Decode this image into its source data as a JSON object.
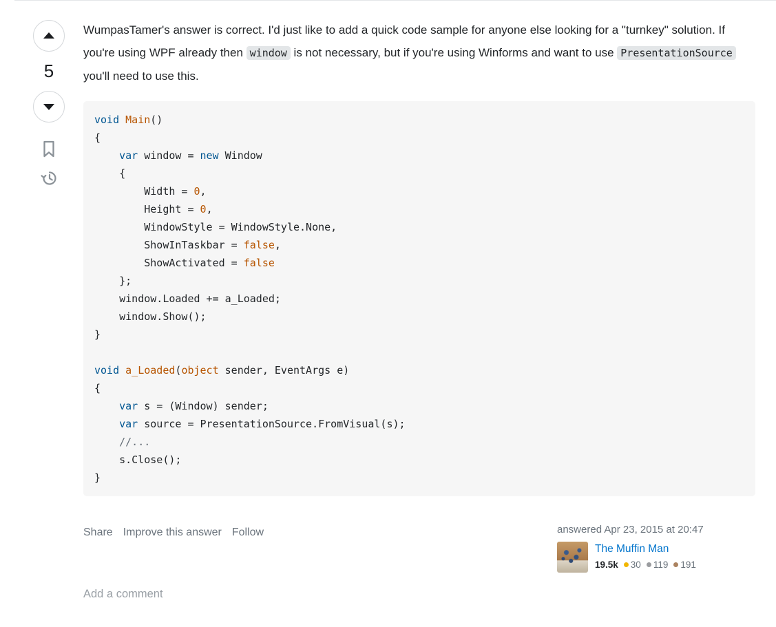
{
  "vote": {
    "score": "5"
  },
  "answer": {
    "segments": [
      {
        "type": "text",
        "text": "WumpasTamer's answer is correct. I'd just like to add a quick code sample for anyone else looking for a \"turnkey\" solution. If you're using WPF already then "
      },
      {
        "type": "code",
        "text": "window"
      },
      {
        "type": "text",
        "text": " is not necessary, but if you're using Winforms and want to use "
      },
      {
        "type": "code",
        "text": "PresentationSource"
      },
      {
        "type": "text",
        "text": " you'll need to use this."
      }
    ]
  },
  "code": {
    "lines": [
      [
        [
          "k",
          "void"
        ],
        [
          "p",
          " "
        ],
        [
          "t",
          "Main"
        ],
        [
          "p",
          "()"
        ]
      ],
      [
        [
          "p",
          "{"
        ]
      ],
      [
        [
          "p",
          "    "
        ],
        [
          "k",
          "var"
        ],
        [
          "p",
          " window = "
        ],
        [
          "k",
          "new"
        ],
        [
          "p",
          " Window"
        ]
      ],
      [
        [
          "p",
          "    {"
        ]
      ],
      [
        [
          "p",
          "        Width = "
        ],
        [
          "n",
          "0"
        ],
        [
          "p",
          ","
        ]
      ],
      [
        [
          "p",
          "        Height = "
        ],
        [
          "n",
          "0"
        ],
        [
          "p",
          ","
        ]
      ],
      [
        [
          "p",
          "        WindowStyle = WindowStyle.None,"
        ]
      ],
      [
        [
          "p",
          "        ShowInTaskbar = "
        ],
        [
          "n",
          "false"
        ],
        [
          "p",
          ","
        ]
      ],
      [
        [
          "p",
          "        ShowActivated = "
        ],
        [
          "n",
          "false"
        ]
      ],
      [
        [
          "p",
          "    };"
        ]
      ],
      [
        [
          "p",
          "    window.Loaded += a_Loaded;"
        ]
      ],
      [
        [
          "p",
          "    window.Show();"
        ]
      ],
      [
        [
          "p",
          "}"
        ]
      ],
      [],
      [
        [
          "k",
          "void"
        ],
        [
          "p",
          " "
        ],
        [
          "t",
          "a_Loaded"
        ],
        [
          "p",
          "("
        ],
        [
          "t",
          "object"
        ],
        [
          "p",
          " sender, EventArgs e)"
        ]
      ],
      [
        [
          "p",
          "{"
        ]
      ],
      [
        [
          "p",
          "    "
        ],
        [
          "k",
          "var"
        ],
        [
          "p",
          " s = (Window) sender;"
        ]
      ],
      [
        [
          "p",
          "    "
        ],
        [
          "k",
          "var"
        ],
        [
          "p",
          " source = PresentationSource.FromVisual(s);"
        ]
      ],
      [
        [
          "p",
          "    "
        ],
        [
          "c",
          "//..."
        ]
      ],
      [
        [
          "p",
          "    s.Close();"
        ]
      ],
      [
        [
          "p",
          "}"
        ]
      ]
    ]
  },
  "footer": {
    "links": [
      "Share",
      "Improve this answer",
      "Follow"
    ]
  },
  "signature": {
    "answered": "answered Apr 23, 2015 at 20:47",
    "user": {
      "name": "The Muffin Man",
      "reputation": "19.5k",
      "badges": [
        {
          "type": "gold",
          "color": "#f1b600",
          "count": "30"
        },
        {
          "type": "silver",
          "color": "#9a9c9f",
          "count": "119"
        },
        {
          "type": "bronze",
          "color": "#ab825f",
          "count": "191"
        }
      ]
    }
  },
  "comments": {
    "add_label": "Add a comment"
  },
  "colors": {
    "link": "#0074cc",
    "code_keyword": "#015692",
    "code_literal": "#b75501",
    "code_comment": "#656e77",
    "code_background": "#f6f6f6",
    "inline_code_background": "#e3e6e8",
    "muted_text": "#6a737c"
  }
}
